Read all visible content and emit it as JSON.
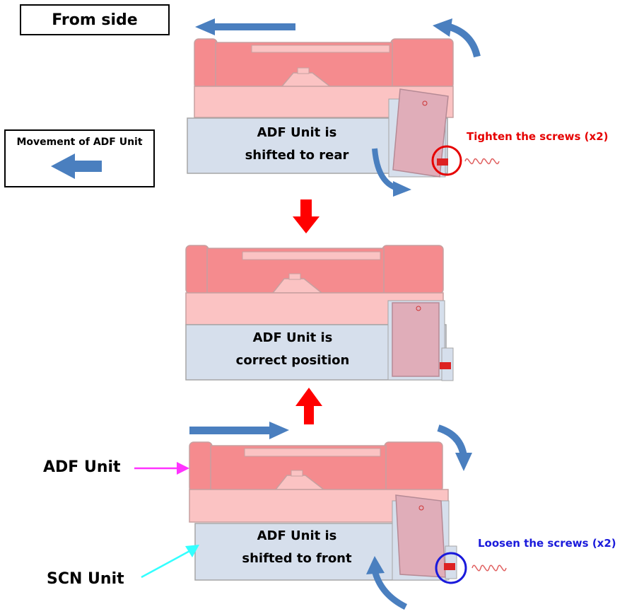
{
  "title": "From side",
  "movement_label": "Movement of ADF Unit",
  "panels": [
    {
      "line1": "ADF Unit is",
      "line2": "shifted to rear"
    },
    {
      "line1": "ADF Unit is",
      "line2": "correct position"
    },
    {
      "line1": "ADF Unit is",
      "line2": "shifted to front"
    }
  ],
  "notes": {
    "tighten": "Tighten the screws (x2)",
    "loosen": "Loosen the screws (x2)"
  },
  "labels": {
    "adf_unit": "ADF Unit",
    "scn_unit": "SCN Unit"
  },
  "colors": {
    "adf_dark": "#f58b8e",
    "adf_light": "#fbc3c3",
    "scn_fill": "#d6dfec",
    "blue_arrow": "#4a7fbf",
    "red_arrow": "#ff0000",
    "tighten_text": "#e60000",
    "loosen_text": "#1a1adb",
    "magenta": "#ff33ff",
    "cyan": "#33ffff"
  }
}
